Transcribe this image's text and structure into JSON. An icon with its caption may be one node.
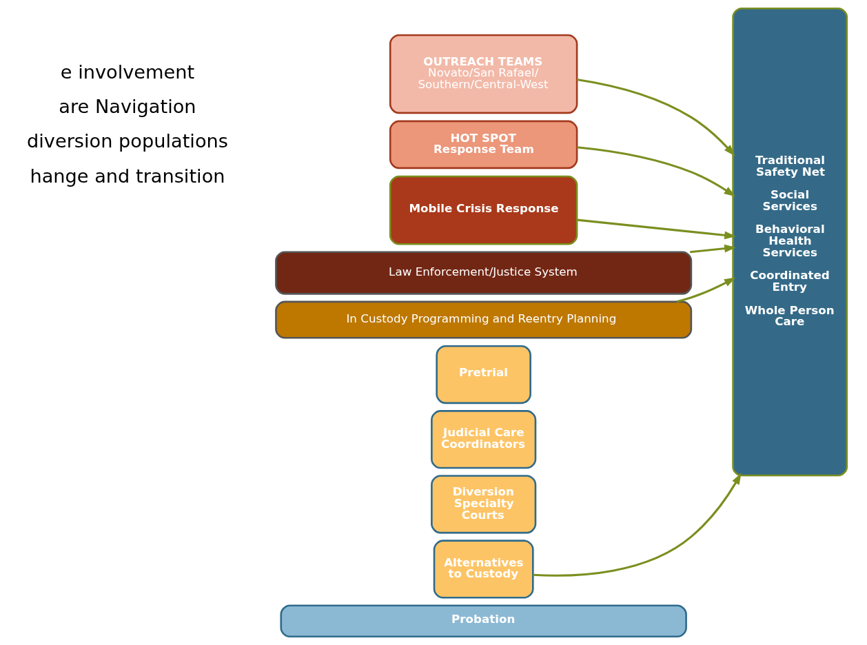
{
  "diagram": {
    "nodes": [
      {
        "text": [
          "OUTREACH TEAMS",
          "Novato/San Rafael/ Southern/Central-West"
        ]
      },
      {
        "text": [
          "HOT SPOT",
          "Response Team"
        ]
      },
      {
        "text": [
          "Mobile Crisis Response"
        ]
      },
      {
        "text": [
          "Law Enforcement/Justice System"
        ]
      },
      {
        "text": [
          "In Custody Programming and Reentry Planning"
        ]
      },
      {
        "text": [
          "Pretrial"
        ]
      },
      {
        "text": [
          "Judicial Care Coordinators"
        ]
      },
      {
        "text": [
          "Diversion Specialty Courts"
        ]
      },
      {
        "text": [
          "Alternatives to Custody"
        ]
      },
      {
        "text": [
          "Probation"
        ]
      },
      {
        "text": [
          "Traditional Safety Net",
          "Social Services",
          "Behavioral Health Services",
          "Coordinated Entry",
          "Whole Person Care"
        ]
      }
    ],
    "edges": [
      {
        "from": 0,
        "to": 10,
        "arrow": "to"
      },
      {
        "from": 1,
        "to": 10,
        "arrow": "to"
      },
      {
        "from": 2,
        "to": 10,
        "arrow": "to"
      },
      {
        "from": 3,
        "to": 10,
        "arrow": "to"
      },
      {
        "from": 4,
        "to": 10,
        "arrow": "to"
      },
      {
        "from": 8,
        "to": 10,
        "arrow": "to"
      }
    ],
    "labels": [
      "e involvement",
      "are Navigation",
      "diversion populations",
      "hange and transition"
    ]
  }
}
